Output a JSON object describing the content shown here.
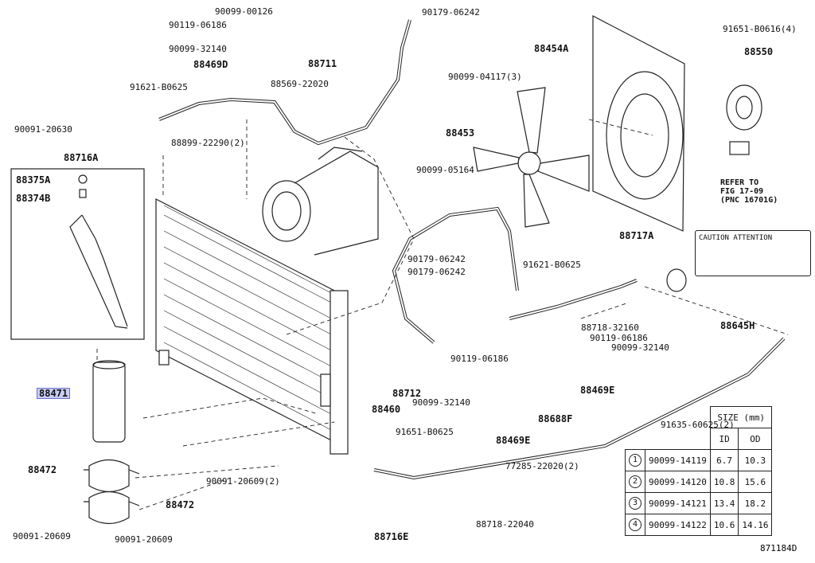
{
  "part_labels": [
    {
      "id": "lbl-90099-00126",
      "text": "90099-00126"
    },
    {
      "id": "lbl-90119-06186-a",
      "text": "90119-06186"
    },
    {
      "id": "lbl-90099-32140-a",
      "text": "90099-32140"
    },
    {
      "id": "lbl-88469d",
      "text": "88469D"
    },
    {
      "id": "lbl-88711",
      "text": "88711"
    },
    {
      "id": "lbl-88569-22020",
      "text": "88569-22020"
    },
    {
      "id": "lbl-90179-06242-a",
      "text": "90179-06242"
    },
    {
      "id": "lbl-91621-b0625-a",
      "text": "91621-B0625"
    },
    {
      "id": "lbl-90091-20630",
      "text": "90091-20630"
    },
    {
      "id": "lbl-88899-22290",
      "text": "88899-22290(2)"
    },
    {
      "id": "lbl-88716a",
      "text": "88716A"
    },
    {
      "id": "lbl-88375a",
      "text": "88375A"
    },
    {
      "id": "lbl-88374b",
      "text": "88374B"
    },
    {
      "id": "lbl-88471",
      "text": "88471"
    },
    {
      "id": "lbl-88472-a",
      "text": "88472"
    },
    {
      "id": "lbl-88472-b",
      "text": "88472"
    },
    {
      "id": "lbl-90091-20609-a",
      "text": "90091-20609"
    },
    {
      "id": "lbl-90091-20609-b",
      "text": "90091-20609"
    },
    {
      "id": "lbl-90091-20609-c",
      "text": "90091-20609(2)"
    },
    {
      "id": "lbl-88460",
      "text": "88460"
    },
    {
      "id": "lbl-91651-b0625",
      "text": "91651-B0625"
    },
    {
      "id": "lbl-88716e",
      "text": "88716E"
    },
    {
      "id": "lbl-88712",
      "text": "88712"
    },
    {
      "id": "lbl-90179-06242-b",
      "text": "90179-06242"
    },
    {
      "id": "lbl-90179-06242-c",
      "text": "90179-06242"
    },
    {
      "id": "lbl-91621-b0625-b",
      "text": "91621-B0625"
    },
    {
      "id": "lbl-88454a",
      "text": "88454A"
    },
    {
      "id": "lbl-91651-b0616",
      "text": "91651-B0616(4)"
    },
    {
      "id": "lbl-88550",
      "text": "88550"
    },
    {
      "id": "lbl-90099-04117",
      "text": "90099-04117(3)"
    },
    {
      "id": "lbl-88453",
      "text": "88453"
    },
    {
      "id": "lbl-90099-05164",
      "text": "90099-05164"
    },
    {
      "id": "lbl-88717a",
      "text": "88717A"
    },
    {
      "id": "lbl-88718-32160",
      "text": "88718-32160"
    },
    {
      "id": "lbl-90119-06186-b",
      "text": "90119-06186"
    },
    {
      "id": "lbl-90099-32140-b",
      "text": "90099-32140"
    },
    {
      "id": "lbl-90119-06186-c",
      "text": "90119-06186"
    },
    {
      "id": "lbl-90099-32140-c",
      "text": "90099-32140"
    },
    {
      "id": "lbl-88469e-a",
      "text": "88469E"
    },
    {
      "id": "lbl-88469e-b",
      "text": "88469E"
    },
    {
      "id": "lbl-88688f",
      "text": "88688F"
    },
    {
      "id": "lbl-88645h",
      "text": "88645H"
    },
    {
      "id": "lbl-91635-60625",
      "text": "91635-60625(2)"
    },
    {
      "id": "lbl-77285-22020",
      "text": "77285-22020(2)"
    },
    {
      "id": "lbl-88718-22040",
      "text": "88718-22040"
    }
  ],
  "refer_note": "REFER TO\nFIG 17-09\n(PNC 16701G)",
  "caution_text": "CAUTION ATTENTION",
  "size_table": {
    "title": "SIZE (mm)",
    "col_id": "ID",
    "col_od": "OD",
    "rows": [
      {
        "key": "1",
        "part": "90099-14119",
        "id": "6.7",
        "od": "10.3"
      },
      {
        "key": "2",
        "part": "90099-14120",
        "id": "10.8",
        "od": "15.6"
      },
      {
        "key": "3",
        "part": "90099-14121",
        "id": "13.4",
        "od": "18.2"
      },
      {
        "key": "4",
        "part": "90099-14122",
        "id": "10.6",
        "od": "14.16"
      }
    ]
  },
  "diagram_id": "871184D",
  "highlight_color": "#c8cdf2"
}
